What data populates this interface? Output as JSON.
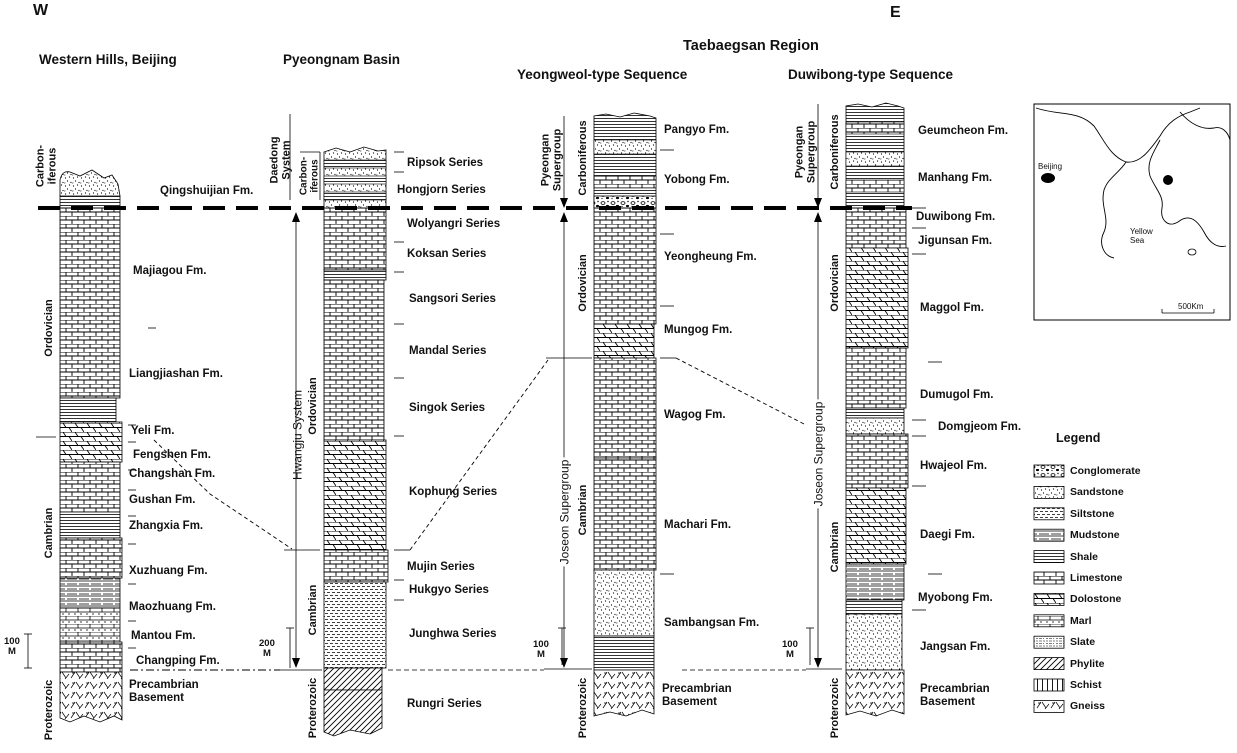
{
  "title": {
    "region": "Taebaegsan Region",
    "west": "W",
    "east": "E"
  },
  "columns": {
    "western_hills": {
      "title": "Western Hills, Beijing",
      "periods": [
        "Carbon-\niferous",
        "Ordovician",
        "Cambrian",
        "Proterozoic"
      ],
      "formations": [
        "Qingshuijian Fm.",
        "Majiagou Fm.",
        "Liangjiashan Fm.",
        "Yeli Fm.",
        "Fengshen Fm.",
        "Changshan Fm.",
        "Gushan Fm.",
        "Zhangxia Fm.",
        "Xuzhuang Fm.",
        "Maozhuang Fm.",
        "Mantou Fm.",
        "Changping Fm.",
        "Precambrian\nBasement"
      ],
      "scale": "100\nM"
    },
    "pyeongnam": {
      "title": "Pyeongnam Basin",
      "systems": [
        "Daedong\nSystem",
        "Hwangju System"
      ],
      "periods": [
        "Carbon-\niferous",
        "Ordovician",
        "Cambrian",
        "Proterozoic"
      ],
      "formations": [
        "Ripsok Series",
        "Hongjorn Series",
        "Wolyangri Series",
        "Koksan Series",
        "Sangsori Series",
        "Mandal Series",
        "Singok Series",
        "Kophung Series",
        "Mujin Series",
        "Hukgyo Series",
        "Junghwa Series",
        "Rungri Series"
      ],
      "scale": "200\nM"
    },
    "yeongweol": {
      "title": "Yeongweol-type Sequence",
      "groups": [
        "Pyeongan\nSupergroup",
        "Joseon Supergroup"
      ],
      "periods": [
        "Carboniferous",
        "Ordovician",
        "Cambrian",
        "Proterozoic"
      ],
      "formations": [
        "Pangyo Fm.",
        "Yobong Fm.",
        "Yeongheung Fm.",
        "Mungog Fm.",
        "Wagog Fm.",
        "Machari Fm.",
        "Sambangsan Fm.",
        "Precambrian\nBasement"
      ],
      "scale": "100\nM"
    },
    "duwibong": {
      "title": "Duwibong-type Sequence",
      "groups": [
        "Pyeongan\nSupergroup",
        "Joseon Supergroup"
      ],
      "periods": [
        "Carboniferous",
        "Ordovician",
        "Cambrian",
        "Proterozoic"
      ],
      "formations": [
        "Geumcheon Fm.",
        "Manhang Fm.",
        "Duwibong Fm.",
        "Jigunsan Fm.",
        "Maggol Fm.",
        "Dumugol Fm.",
        "Domgjeom Fm.",
        "Hwajeol Fm.",
        "Daegi Fm.",
        "Myobong Fm.",
        "Jangsan Fm.",
        "Precambrian\nBasement"
      ],
      "scale": "100\nM"
    }
  },
  "legend": {
    "title": "Legend",
    "items": [
      {
        "label": "Conglomerate",
        "pattern": "conglomerate"
      },
      {
        "label": "Sandstone",
        "pattern": "sandstone"
      },
      {
        "label": "Siltstone",
        "pattern": "siltstone"
      },
      {
        "label": "Mudstone",
        "pattern": "mudstone"
      },
      {
        "label": "Shale",
        "pattern": "shale"
      },
      {
        "label": "Limestone",
        "pattern": "limestone"
      },
      {
        "label": "Dolostone",
        "pattern": "dolostone"
      },
      {
        "label": "Marl",
        "pattern": "marl"
      },
      {
        "label": "Slate",
        "pattern": "slate"
      },
      {
        "label": "Phylite",
        "pattern": "phylite"
      },
      {
        "label": "Schist",
        "pattern": "schist"
      },
      {
        "label": "Gneiss",
        "pattern": "gneiss"
      }
    ]
  },
  "map": {
    "labels": [
      "Beijing",
      "Yellow\nSea"
    ],
    "scale": "500Km"
  }
}
